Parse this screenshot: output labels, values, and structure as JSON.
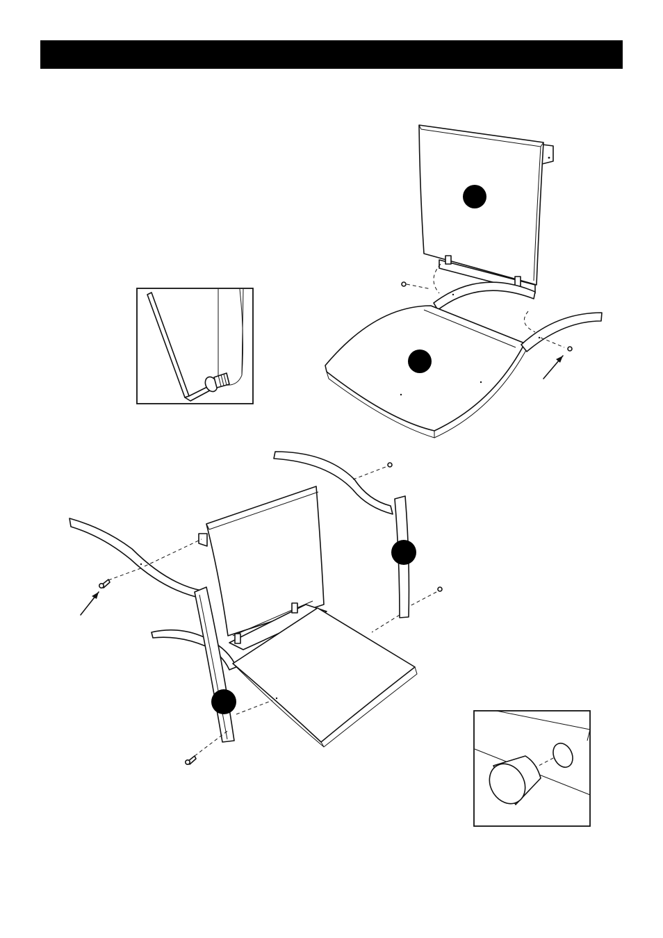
{
  "header": {
    "title": ""
  },
  "figure": {
    "colors": {
      "ink": "#111111",
      "header_bar": "#000000",
      "paper": "#ffffff"
    },
    "callouts": [
      {
        "id": "backrest-callout",
        "label": ""
      },
      {
        "id": "seat-callout",
        "label": ""
      },
      {
        "id": "right-leg-callout",
        "label": ""
      },
      {
        "id": "left-leg-callout",
        "label": ""
      }
    ],
    "insets": [
      {
        "id": "allen-key-detail",
        "icon": "allen-key-icon"
      },
      {
        "id": "dowel-detail",
        "icon": "dowel-icon"
      }
    ]
  }
}
